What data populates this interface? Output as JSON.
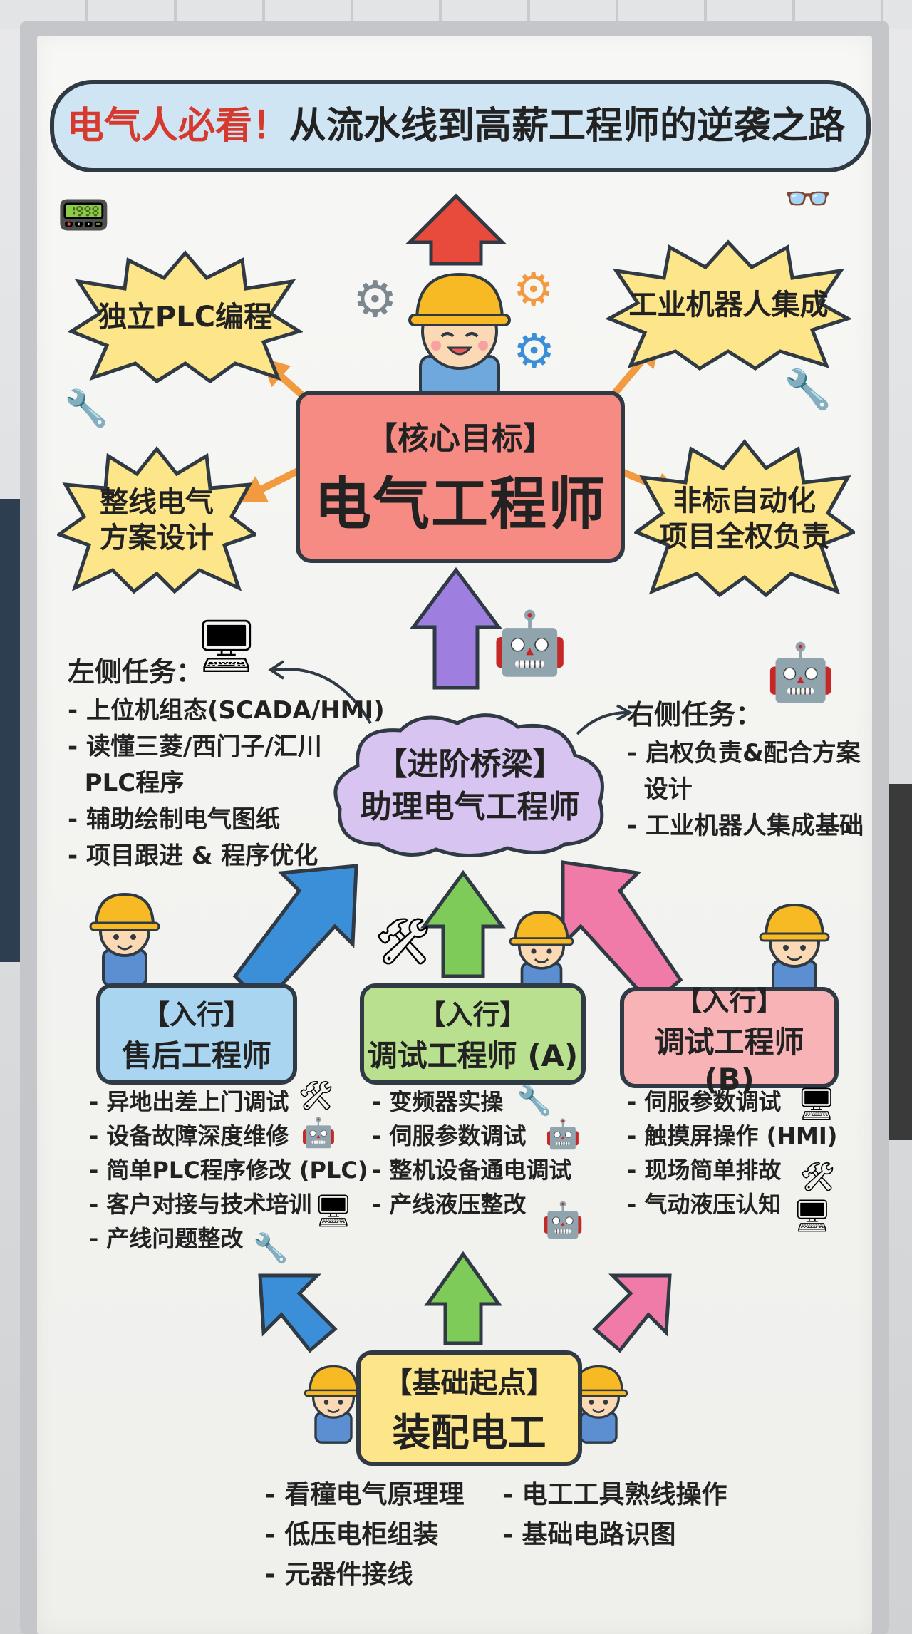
{
  "title": {
    "highlight": "电气人必看！",
    "main": "从流水线到高薪工程师的逆袭之路"
  },
  "goals": {
    "top_left": "独立PLC编程",
    "top_right": "工业机器人集成",
    "bottom_left": "整线电气\n方案设计",
    "bottom_right": "非标自动化\n项目全权负责"
  },
  "core": {
    "sub": "【核心目标】",
    "main": "电气工程师"
  },
  "bridge": {
    "sub": "【进阶桥梁】",
    "main": "助理电气工程师"
  },
  "left_tasks": {
    "heading": "左侧任务：",
    "items": [
      "- 上位机组态(SCADA/HMI)",
      "- 读懂三菱/西门子/汇川",
      "  PLC程序",
      "- 辅助绘制电气图纸",
      "- 项目跟进 & 程序优化"
    ]
  },
  "right_tasks": {
    "heading": "右侧任务：",
    "items": [
      "- 启权负责&配合方案",
      "  设计",
      "- 工业机器人集成基础"
    ]
  },
  "entries": [
    {
      "sub": "【入行】",
      "main": "售后工程师",
      "items": [
        "- 异地出差上门调试",
        "- 设备故障深度维修",
        "- 简单PLC程序修改 (PLC)",
        "- 客户对接与技术培训",
        "- 产线问题整改"
      ]
    },
    {
      "sub": "【入行】",
      "main": "调试工程师 (A)",
      "items": [
        "- 变频器实操",
        "- 伺服参数调试",
        "- 整机设备通电调试",
        "- 产线液压整改"
      ]
    },
    {
      "sub": "【入行】",
      "main": "调试工程师 (B)",
      "items": [
        "- 伺服参数调试",
        "- 触摸屏操作 (HMI)",
        "- 现场简单排故",
        "- 气动液压认知"
      ]
    }
  ],
  "base": {
    "sub": "【基础起点】",
    "main": "装配电工",
    "items_left": [
      "- 看穜电气原理理",
      "- 低压电柜组装",
      "- 元器件接线"
    ],
    "items_right": [
      "- 电工工具熟线操作",
      "- 基础电路识图"
    ]
  },
  "colors": {
    "core": "#f58b83",
    "bridge": "#d8c4f0",
    "entry_blue": "#a9d5f1",
    "entry_green": "#b8e08f",
    "entry_pink": "#f7b3b6",
    "base": "#fde58a",
    "burst": "#fde58a",
    "title_cloud": "#cfe5f3"
  },
  "icons": [
    "gear-icon",
    "wrench-icon",
    "robot-icon",
    "monitor-icon",
    "glasses-icon",
    "tools-icon",
    "hardhat-worker-icon"
  ]
}
